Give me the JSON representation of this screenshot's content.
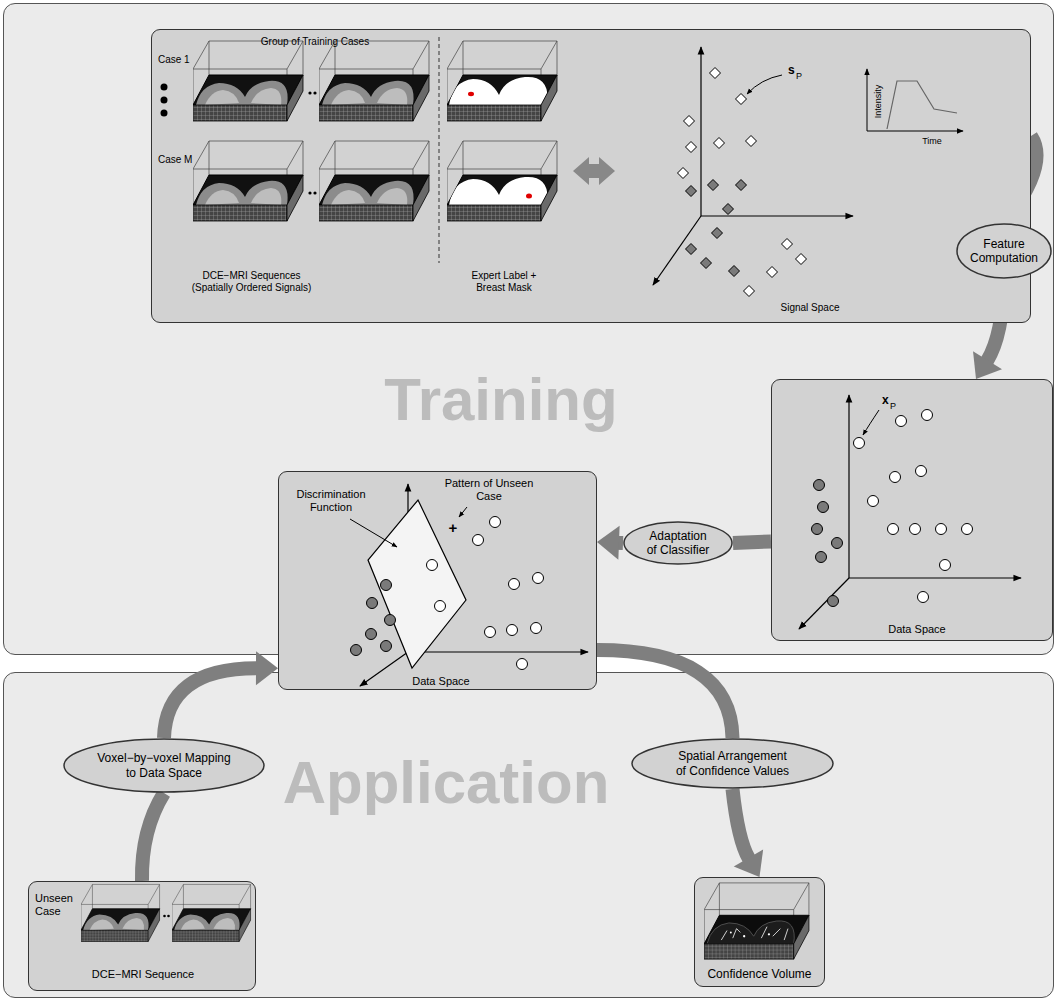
{
  "diagram": {
    "nodes": [
      {
        "text": [
          "Training"
        ]
      },
      {
        "text": [
          "Group of Training Cases",
          "Case 1",
          "Case M",
          "DCE−MRI Sequences (Spatially Ordered Signals)",
          "Expert Label + Breast Mask",
          "Signal Space"
        ],
        "in": 0
      },
      {
        "text": [
          "Feature Computation"
        ],
        "in": 0
      },
      {
        "text": [
          "Data Space"
        ],
        "in": 0
      },
      {
        "text": [
          "Adaptation of Classifier"
        ],
        "in": 0
      },
      {
        "text": [
          "Discrimination Function",
          "Pattern of Unseen Case",
          "Data Space"
        ]
      },
      {
        "text": [
          "Application"
        ]
      },
      {
        "text": [
          "Voxel−by−voxel Mapping to Data Space"
        ],
        "in": 6
      },
      {
        "text": [
          "Spatial Arrangement of Confidence Values"
        ],
        "in": 6
      },
      {
        "text": [
          "Unseen Case",
          "DCE−MRI Sequence"
        ],
        "in": 6
      },
      {
        "text": [
          "Confidence Volume"
        ],
        "in": 6
      }
    ],
    "edges": [
      {
        "from": 1,
        "to": 2,
        "arrow": "none"
      },
      {
        "from": 2,
        "to": 3,
        "arrow": "to"
      },
      {
        "from": 3,
        "to": 4,
        "arrow": "none"
      },
      {
        "from": 4,
        "to": 5,
        "arrow": "to"
      },
      {
        "from": 9,
        "to": 7,
        "arrow": "none"
      },
      {
        "from": 7,
        "to": 5,
        "arrow": "to"
      },
      {
        "from": 5,
        "to": 8,
        "arrow": "none"
      },
      {
        "from": 8,
        "to": 10,
        "arrow": "to"
      }
    ],
    "labels": [
      "s",
      "P",
      "Intensity",
      "Time",
      "x",
      "P",
      "+"
    ]
  }
}
